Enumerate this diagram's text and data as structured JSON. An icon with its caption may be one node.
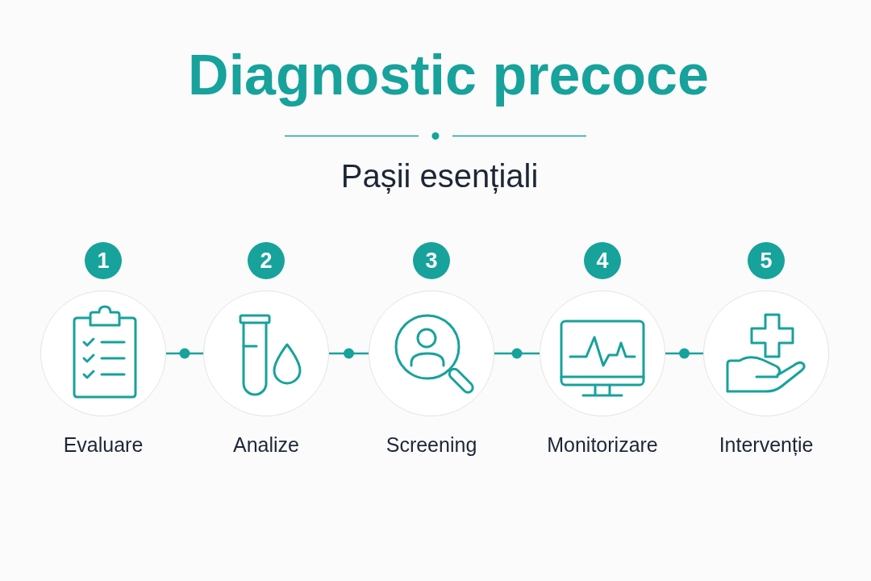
{
  "diagram": {
    "title": "Diagnostic precoce",
    "nodes": [
      {
        "text": [
          "1"
        ]
      },
      {
        "text": [
          "Evaluare"
        ]
      },
      {
        "text": [
          "2"
        ]
      },
      {
        "text": [
          "Analize"
        ]
      },
      {
        "text": [
          "3"
        ]
      },
      {
        "text": [
          "Screening"
        ]
      },
      {
        "text": [
          "4"
        ]
      },
      {
        "text": [
          "Monitorizare"
        ]
      },
      {
        "text": [
          "5"
        ]
      },
      {
        "text": [
          "Intervenție"
        ]
      }
    ],
    "edges": [
      {
        "from": 1,
        "to": 3,
        "arrow": "none"
      },
      {
        "from": 3,
        "to": 5,
        "arrow": "none"
      },
      {
        "from": 5,
        "to": 7,
        "arrow": "none"
      },
      {
        "from": 7,
        "to": 9,
        "arrow": "none"
      }
    ],
    "labels": [
      "Pașii esențiali"
    ]
  }
}
